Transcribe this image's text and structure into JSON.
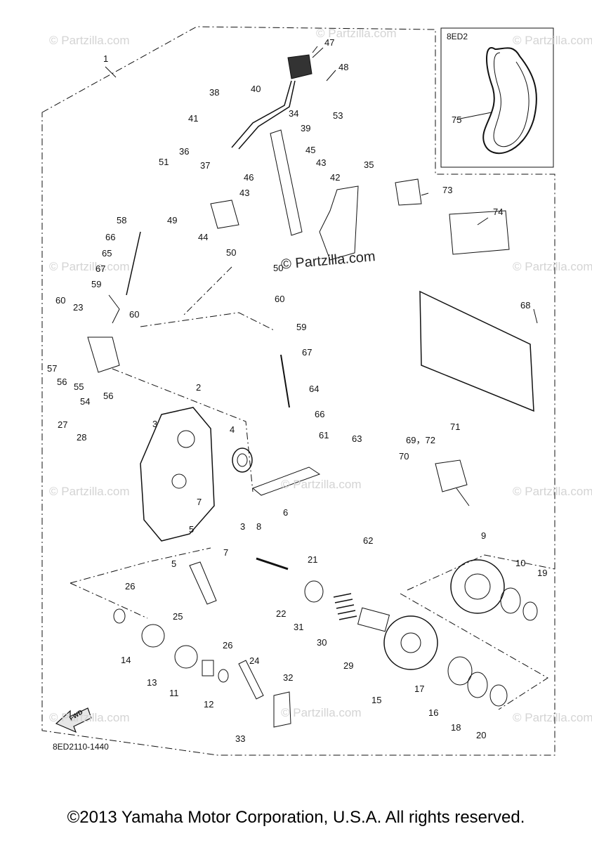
{
  "watermark": "© Partzilla.com",
  "watermark_main": "© Partzilla.com",
  "inset_title": "8ED2",
  "diagram_code": "8ED2110-1440",
  "fwd_label": "FWD",
  "copyright": "©2013 Yamaha Motor Corporation, U.S.A. All rights reserved.",
  "callouts": {
    "c1": "1",
    "c2": "2",
    "c3a": "3",
    "c3b": "3",
    "c4": "4",
    "c5a": "5",
    "c5b": "5",
    "c6": "6",
    "c7a": "7",
    "c7b": "7",
    "c8": "8",
    "c9": "9",
    "c10": "10",
    "c11": "11",
    "c12": "12",
    "c13": "13",
    "c14": "14",
    "c15": "15",
    "c16": "16",
    "c17": "17",
    "c18": "18",
    "c19": "19",
    "c20": "20",
    "c21": "21",
    "c22": "22",
    "c23": "23",
    "c24": "24",
    "c25": "25",
    "c26a": "26",
    "c26b": "26",
    "c27": "27",
    "c28": "28",
    "c29": "29",
    "c30": "30",
    "c31": "31",
    "c32": "32",
    "c33": "33",
    "c34": "34",
    "c35": "35",
    "c36": "36",
    "c37": "37",
    "c38": "38",
    "c39": "39",
    "c40": "40",
    "c41": "41",
    "c42": "42",
    "c43a": "43",
    "c43b": "43",
    "c44": "44",
    "c45": "45",
    "c46": "46",
    "c47": "47",
    "c48": "48",
    "c49": "49",
    "c50a": "50",
    "c50b": "50",
    "c51": "51",
    "c53": "53",
    "c54": "54",
    "c55": "55",
    "c56a": "56",
    "c56b": "56",
    "c57": "57",
    "c58": "58",
    "c59a": "59",
    "c59b": "59",
    "c60a": "60",
    "c60b": "60",
    "c60c": "60",
    "c61": "61",
    "c62": "62",
    "c63": "63",
    "c64": "64",
    "c65": "65",
    "c66a": "66",
    "c66b": "66",
    "c67a": "67",
    "c67b": "67",
    "c68": "68",
    "c69_72": "69，72",
    "c70": "70",
    "c71": "71",
    "c73": "73",
    "c74": "74",
    "c75": "75"
  }
}
